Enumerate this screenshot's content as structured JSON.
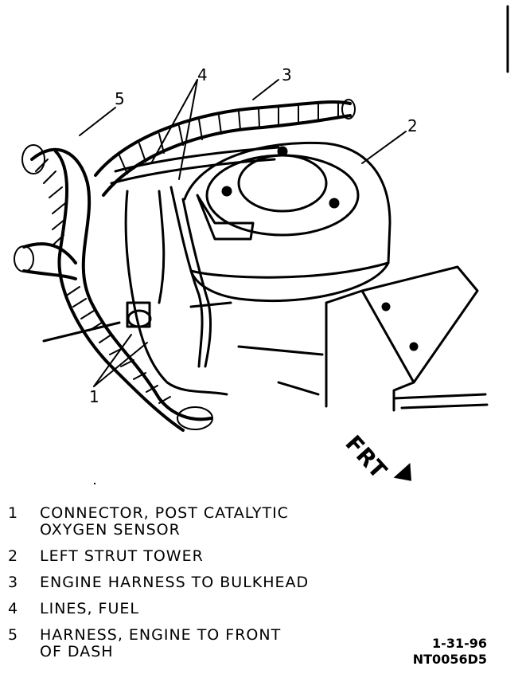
{
  "callouts": {
    "c1": "1",
    "c2": "2",
    "c3": "3",
    "c4": "4",
    "c5": "5"
  },
  "direction_label": "FRT",
  "legend": [
    {
      "number": "1",
      "text": "CONNECTOR, POST CATALYTIC\nOXYGEN SENSOR"
    },
    {
      "number": "2",
      "text": "LEFT STRUT TOWER"
    },
    {
      "number": "3",
      "text": "ENGINE HARNESS TO BULKHEAD"
    },
    {
      "number": "4",
      "text": "LINES, FUEL"
    },
    {
      "number": "5",
      "text": "HARNESS, ENGINE TO FRONT\nOF DASH"
    }
  ],
  "figure_id": {
    "line1": "1-31-96",
    "line2": "NT0056D5"
  },
  "colors": {
    "ink": "#000000",
    "paper": "#ffffff"
  }
}
